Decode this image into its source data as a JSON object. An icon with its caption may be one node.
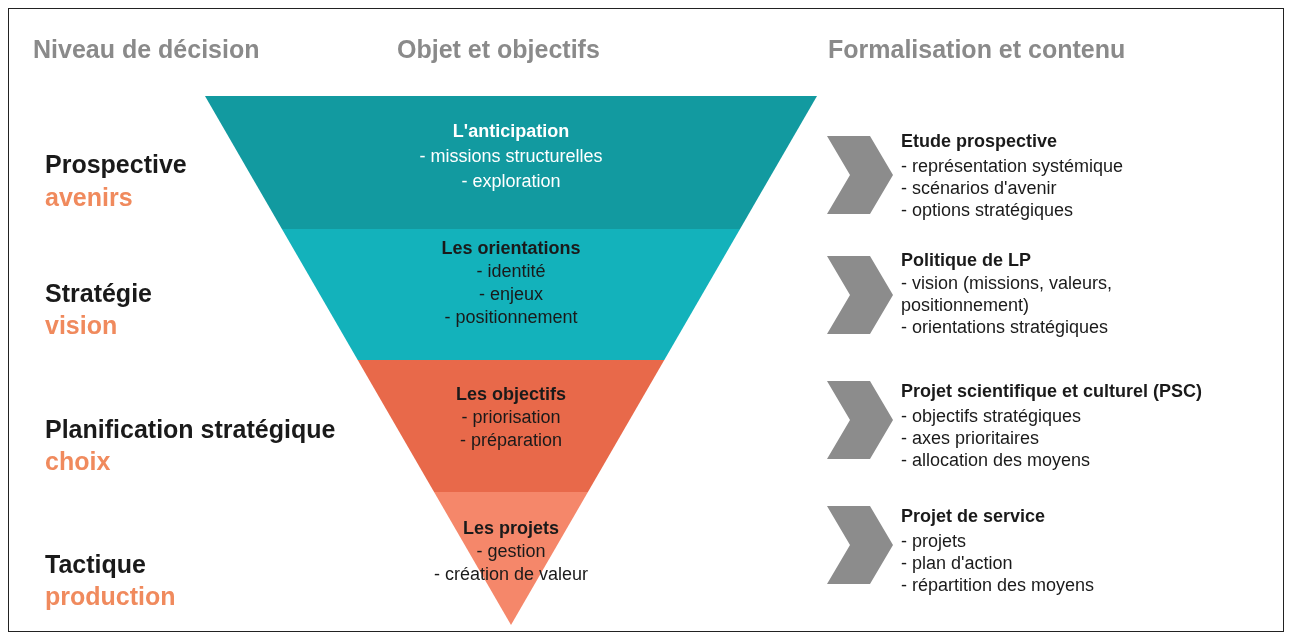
{
  "diagram": {
    "nodes": [
      {
        "text": [
          "L'anticipation",
          "- missions structurelles",
          "- exploration"
        ]
      },
      {
        "text": [
          "Les orientations",
          "- identité",
          "- enjeux",
          "- positionnement"
        ]
      },
      {
        "text": [
          "Les objectifs",
          "- priorisation",
          "- préparation"
        ]
      },
      {
        "text": [
          "Les projets",
          "- gestion",
          "- création de valeur"
        ]
      }
    ],
    "labels": [
      "Niveau de décision",
      "Objet et objectifs",
      "Formalisation et contenu",
      "Prospective",
      "avenirs",
      "Etude prospective",
      "- représentation systémique",
      "- scénarios d'avenir",
      "- options stratégiques",
      "Stratégie",
      "vision",
      "Politique de LP",
      "- vision (missions, valeurs, positionnement)",
      "- orientations stratégiques",
      "Planification stratégique",
      "choix",
      "Projet scientifique et culturel (PSC)",
      "- objectifs stratégiques",
      "- axes prioritaires",
      "- allocation des moyens",
      "Tactique",
      "production",
      "Projet de service",
      "- projets",
      "- plan d'action",
      "- répartition des moyens"
    ]
  }
}
